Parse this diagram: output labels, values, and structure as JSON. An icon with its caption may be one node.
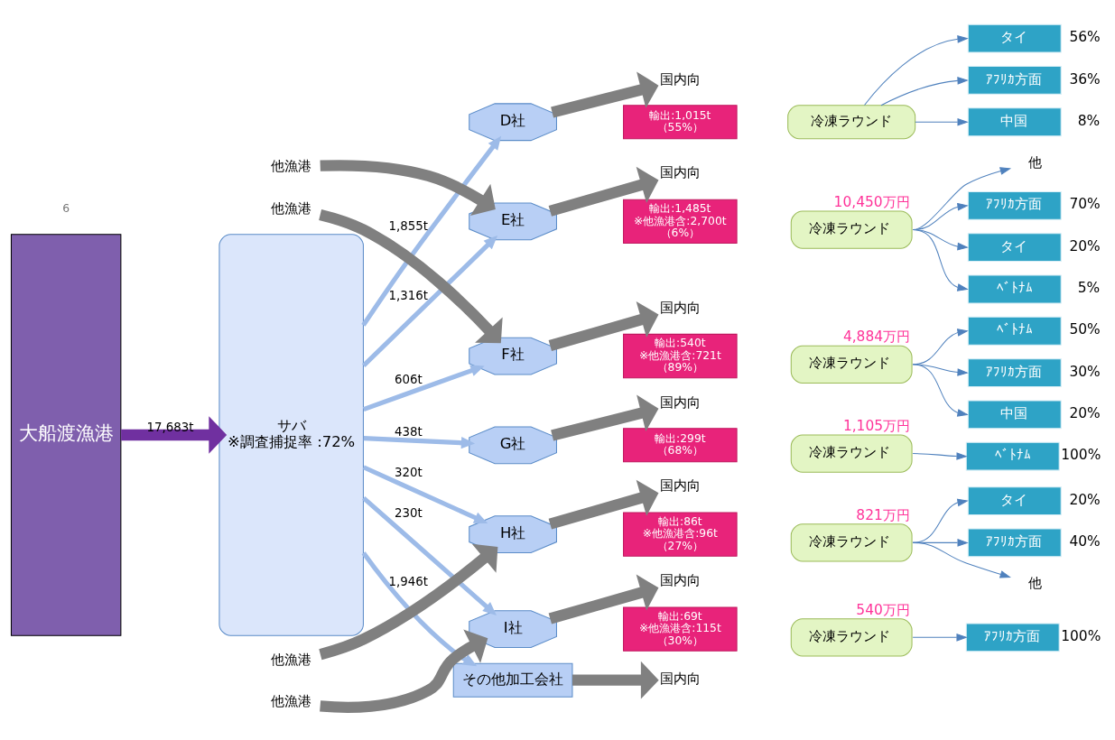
{
  "diagram": {
    "nodes": [
      {
        "text": [
          "大船渡漁港"
        ]
      },
      {
        "text": [
          "サバ",
          "※調査捕捉率 :72%"
        ]
      },
      {
        "text": [
          "D社"
        ]
      },
      {
        "text": [
          "輸出:1,015t",
          "（55%）"
        ]
      },
      {
        "text": [
          "冷凍ラウンド"
        ]
      },
      {
        "text": [
          "タイ"
        ],
        "beside": [
          "56%"
        ]
      },
      {
        "text": [
          "ｱﾌﾘｶ方面"
        ],
        "beside": [
          "36%"
        ]
      },
      {
        "text": [
          "中国"
        ],
        "beside": [
          "8%"
        ]
      },
      {
        "text": [
          "国内向"
        ]
      },
      {
        "text": [
          "他漁港"
        ]
      },
      {
        "text": [
          "E社"
        ]
      },
      {
        "text": [
          "輸出:1,485t",
          "※他漁港含:2,700t",
          "（6%）"
        ]
      },
      {
        "text": [
          "冷凍ラウンド"
        ],
        "beside": [
          "10,450万円"
        ]
      },
      {
        "text": [
          "ｱﾌﾘｶ方面"
        ],
        "beside": [
          "70%"
        ]
      },
      {
        "text": [
          "タイ"
        ],
        "beside": [
          "20%"
        ]
      },
      {
        "text": [
          "ﾍﾞﾄﾅﾑ"
        ],
        "beside": [
          "5%"
        ]
      },
      {
        "text": [
          "他"
        ]
      },
      {
        "text": [
          "国内向"
        ]
      },
      {
        "text": [
          "他漁港"
        ]
      },
      {
        "text": [
          "F社"
        ]
      },
      {
        "text": [
          "輸出:540t",
          "※他漁港含:721t",
          "（89%）"
        ]
      },
      {
        "text": [
          "冷凍ラウンド"
        ],
        "beside": [
          "4,884万円"
        ]
      },
      {
        "text": [
          "ﾍﾞﾄﾅﾑ"
        ],
        "beside": [
          "50%"
        ]
      },
      {
        "text": [
          "ｱﾌﾘｶ方面"
        ],
        "beside": [
          "30%"
        ]
      },
      {
        "text": [
          "中国"
        ],
        "beside": [
          "20%"
        ]
      },
      {
        "text": [
          "国内向"
        ]
      },
      {
        "text": [
          "G社"
        ]
      },
      {
        "text": [
          "輸出:299t",
          "（68%）"
        ]
      },
      {
        "text": [
          "冷凍ラウンド"
        ],
        "beside": [
          "1,105万円"
        ]
      },
      {
        "text": [
          "ﾍﾞﾄﾅﾑ"
        ],
        "beside": [
          "100%"
        ]
      },
      {
        "text": [
          "国内向"
        ]
      },
      {
        "text": [
          "他漁港"
        ]
      },
      {
        "text": [
          "H社"
        ]
      },
      {
        "text": [
          "輸出:86t",
          "※他漁港含:96t",
          "（27%）"
        ]
      },
      {
        "text": [
          "冷凍ラウンド"
        ],
        "beside": [
          "821万円"
        ]
      },
      {
        "text": [
          "タイ"
        ],
        "beside": [
          "20%"
        ]
      },
      {
        "text": [
          "ｱﾌﾘｶ方面"
        ],
        "beside": [
          "40%"
        ]
      },
      {
        "text": [
          "他"
        ]
      },
      {
        "text": [
          "国内向"
        ]
      },
      {
        "text": [
          "他漁港"
        ]
      },
      {
        "text": [
          "I社"
        ]
      },
      {
        "text": [
          "輸出:69t",
          "※他漁港含:115t",
          "（30%）"
        ]
      },
      {
        "text": [
          "冷凍ラウンド"
        ],
        "beside": [
          "540万円"
        ]
      },
      {
        "text": [
          "ｱﾌﾘｶ方面"
        ],
        "beside": [
          "100%"
        ]
      },
      {
        "text": [
          "国内向"
        ]
      },
      {
        "text": [
          "その他加工会社"
        ]
      },
      {
        "text": [
          "国内向"
        ]
      }
    ],
    "edges": [
      {
        "from": 0,
        "to": 1,
        "arrow": "to",
        "label": "17,683t",
        "style": "thick",
        "color": "#7030a0"
      },
      {
        "from": 1,
        "to": 2,
        "arrow": "to",
        "label": "1,855t",
        "color": "#9dbbe8"
      },
      {
        "from": 2,
        "to": 8,
        "arrow": "to",
        "style": "thick",
        "color": "#808080"
      },
      {
        "from": 4,
        "to": 5,
        "arrow": "to"
      },
      {
        "from": 4,
        "to": 6,
        "arrow": "to"
      },
      {
        "from": 4,
        "to": 7,
        "arrow": "to"
      },
      {
        "from": 9,
        "to": 10,
        "arrow": "to",
        "style": "thick",
        "color": "#808080"
      },
      {
        "from": 1,
        "to": 10,
        "arrow": "to",
        "label": "1,316t",
        "color": "#9dbbe8"
      },
      {
        "from": 10,
        "to": 17,
        "arrow": "to",
        "style": "thick",
        "color": "#808080"
      },
      {
        "from": 12,
        "to": 13,
        "arrow": "to"
      },
      {
        "from": 12,
        "to": 14,
        "arrow": "to"
      },
      {
        "from": 12,
        "to": 15,
        "arrow": "to"
      },
      {
        "from": 12,
        "to": 16,
        "arrow": "to"
      },
      {
        "from": 18,
        "to": 19,
        "arrow": "to",
        "style": "thick",
        "color": "#808080"
      },
      {
        "from": 1,
        "to": 19,
        "arrow": "to",
        "label": "606t",
        "color": "#9dbbe8"
      },
      {
        "from": 19,
        "to": 25,
        "arrow": "to",
        "style": "thick",
        "color": "#808080"
      },
      {
        "from": 21,
        "to": 22,
        "arrow": "to"
      },
      {
        "from": 21,
        "to": 23,
        "arrow": "to"
      },
      {
        "from": 21,
        "to": 24,
        "arrow": "to"
      },
      {
        "from": 1,
        "to": 26,
        "arrow": "to",
        "label": "438t",
        "color": "#9dbbe8"
      },
      {
        "from": 26,
        "to": 30,
        "arrow": "to",
        "style": "thick",
        "color": "#808080"
      },
      {
        "from": 28,
        "to": 29,
        "arrow": "to"
      },
      {
        "from": 31,
        "to": 32,
        "arrow": "to",
        "style": "thick",
        "color": "#808080"
      },
      {
        "from": 1,
        "to": 32,
        "arrow": "to",
        "label": "320t",
        "color": "#9dbbe8"
      },
      {
        "from": 32,
        "to": 38,
        "arrow": "to",
        "style": "thick",
        "color": "#808080"
      },
      {
        "from": 34,
        "to": 35,
        "arrow": "to"
      },
      {
        "from": 34,
        "to": 36,
        "arrow": "to"
      },
      {
        "from": 34,
        "to": 37,
        "arrow": "to"
      },
      {
        "from": 39,
        "to": 40,
        "arrow": "to",
        "style": "thick",
        "color": "#808080"
      },
      {
        "from": 1,
        "to": 40,
        "arrow": "to",
        "label": "230t",
        "color": "#9dbbe8"
      },
      {
        "from": 40,
        "to": 44,
        "arrow": "to",
        "style": "thick",
        "color": "#808080"
      },
      {
        "from": 42,
        "to": 43,
        "arrow": "to"
      },
      {
        "from": 1,
        "to": 45,
        "arrow": "to",
        "label": "1,946t",
        "color": "#9dbbe8"
      },
      {
        "from": 45,
        "to": 46,
        "arrow": "to",
        "style": "thick",
        "color": "#808080"
      }
    ],
    "labels": [
      "6"
    ]
  }
}
